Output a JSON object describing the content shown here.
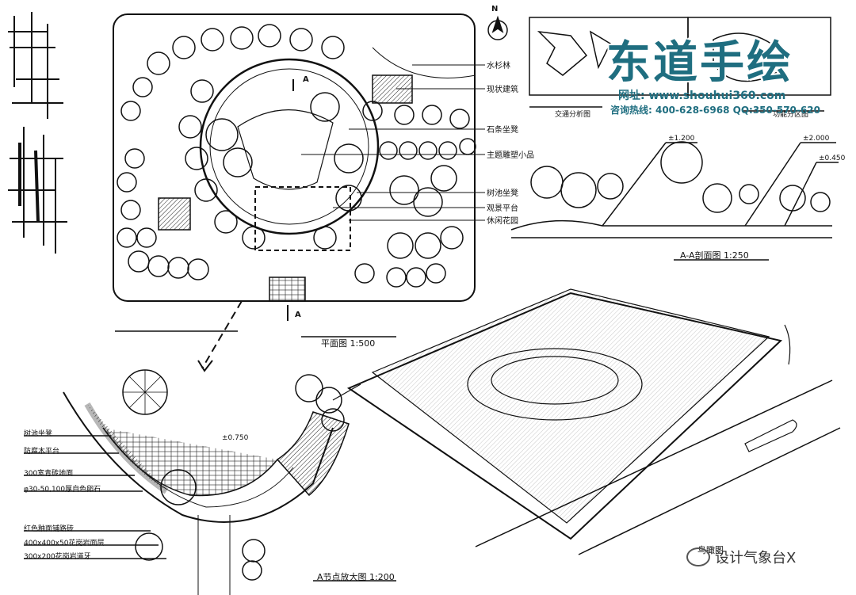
{
  "labels": {
    "plan_labels": [
      "水杉林",
      "现状建筑",
      "石条坐凳",
      "主题雕塑小品",
      "树池坐凳",
      "观景平台",
      "休闲花园"
    ],
    "detail_labels": [
      "树池坐凳",
      "防腐木平台",
      "300宽青砖地面",
      "φ30-50,100厚自色卵石",
      "红色釉面铺路砖",
      "400x400x50花岗岩面层",
      "300x200花岗岩道牙"
    ],
    "section_marks": [
      "A",
      "A"
    ],
    "elevations": [
      "±2.000",
      "±1.200",
      "±0.450",
      "±0.750"
    ],
    "north": "N",
    "a_a_section_title": "A-A剖面图 1:250",
    "plan_title": "平面图 1:500",
    "detail_title": "A节点放大图 1:200",
    "aerial_title": "鸟瞰图",
    "corner_sketch_labels": [
      "交通分析图",
      "功能分区图"
    ]
  },
  "brand": {
    "name": "东道手绘",
    "url_label": "网址: www.shouhui360.com",
    "contact_label": "咨询热线: 400-628-6968  QQ:350-570-620",
    "accent": "#1f6e80"
  },
  "watermark": "设计气象台X"
}
